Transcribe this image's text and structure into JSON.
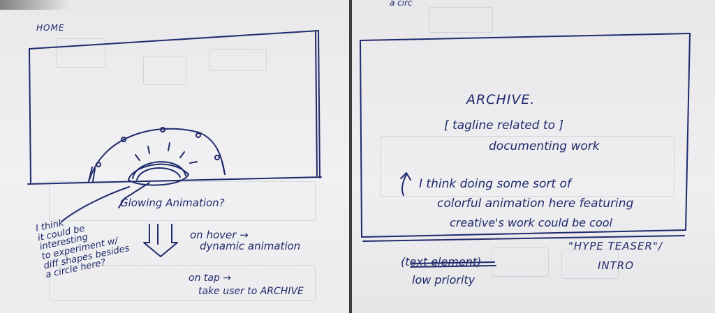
{
  "left_sketch": {
    "home_label": "HOME",
    "glowing_note": "Glowing Animation?",
    "experiment_note": [
      "I think",
      "it could be",
      "interesting",
      "to experiment w/",
      "diff shapes besides",
      "a circle here?"
    ],
    "hover_note": [
      "on hover →",
      "dynamic animation"
    ],
    "tap_note": [
      "on tap →",
      "take user to ARCHIVE"
    ]
  },
  "right_sketch": {
    "top_scribble": "a circ",
    "archive_title": "ARCHIVE.",
    "tagline": [
      "[ tagline related to ]",
      "documenting work"
    ],
    "animation_note": [
      "I think doing some sort of",
      "colorful animation here featuring",
      "creative's work could be cool"
    ],
    "crossed_text": "(text element)",
    "priority_note": "low priority",
    "hype_label": [
      "\"HYPE TEASER\"/",
      "INTRO"
    ]
  },
  "colors": {
    "ink": "#1f2a6b",
    "paper": "#efeef0",
    "background": "#3b3b3b"
  }
}
